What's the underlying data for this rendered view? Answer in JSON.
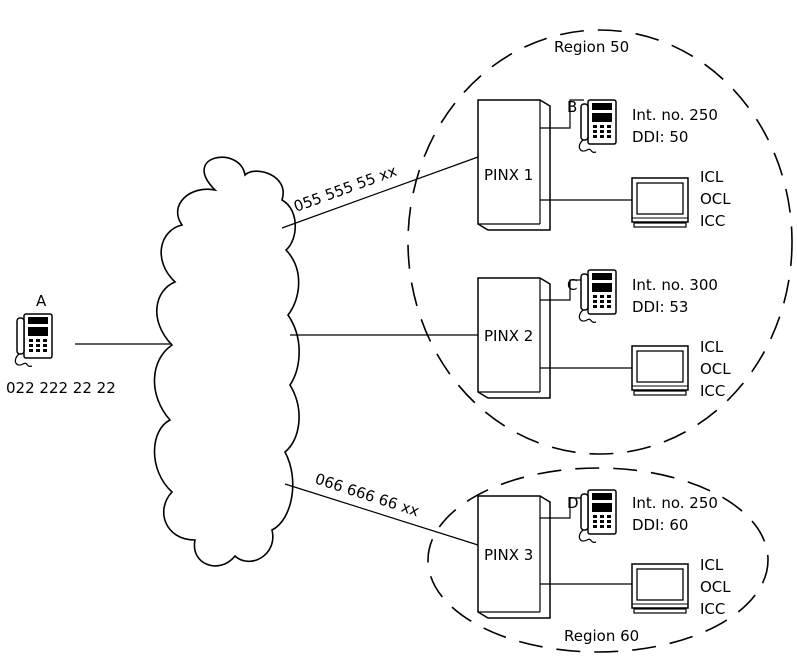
{
  "regions": {
    "r50": "Region 50",
    "r60": "Region 60"
  },
  "trunks": {
    "t1": "055 555 55 xx",
    "t3": "066 666 66 xx"
  },
  "external": {
    "label": "A",
    "number": "022 222 22 22"
  },
  "pinx": [
    {
      "name": "PINX 1",
      "phone": {
        "label": "B",
        "int": "Int. no. 250",
        "ddi": "DDI: 50"
      },
      "terminal": [
        "ICL",
        "OCL",
        "ICC"
      ]
    },
    {
      "name": "PINX 2",
      "phone": {
        "label": "C",
        "int": "Int. no. 300",
        "ddi": "DDI: 53"
      },
      "terminal": [
        "ICL",
        "OCL",
        "ICC"
      ]
    },
    {
      "name": "PINX 3",
      "phone": {
        "label": "D",
        "int": "Int. no. 250",
        "ddi": "DDI: 60"
      },
      "terminal": [
        "ICL",
        "OCL",
        "ICC"
      ]
    }
  ]
}
